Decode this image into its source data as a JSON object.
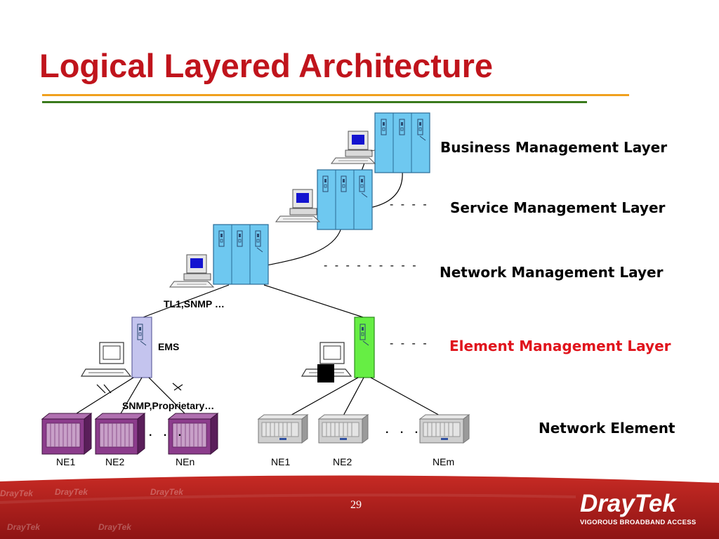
{
  "slide": {
    "title": "Logical Layered Architecture"
  },
  "layers": {
    "business": "Business Management Layer",
    "service": "Service Management Layer",
    "network": "Network Management Layer",
    "element": "Element Management Layer",
    "network_element": "Network Element"
  },
  "protocols": {
    "tl1_snmp": "TL1,SNMP …",
    "ems": "EMS",
    "snmp_proprietary": "SNMP,Proprietary…"
  },
  "network_elements": {
    "left": [
      "NE1",
      "NE2",
      "NEn"
    ],
    "right": [
      "NE1",
      "NE2",
      "NEm"
    ],
    "ellipsis": ". . ."
  },
  "connectors": {
    "dashes": "- - - -"
  },
  "footer": {
    "page_number": "29",
    "brand": "DrayTek",
    "tagline": "VIGOROUS BROADBAND ACCESS",
    "watermark": "DrayTek"
  },
  "colors": {
    "title": "#c0141c",
    "element_layer_label": "#e0141c",
    "server_cyan": "#6ec8f0",
    "server_lavender": "#c4c4ee",
    "server_green": "#66ee44",
    "ne_purple": "#8c3c8c",
    "ne_gray": "#c8c8c8",
    "footer_red": "#b01e1e"
  },
  "icons": {
    "server": "server-rack-icon",
    "workstation": "computer-workstation-icon",
    "network_element_purple": "network-element-chassis-icon",
    "network_element_gray": "network-element-chassis-icon"
  }
}
